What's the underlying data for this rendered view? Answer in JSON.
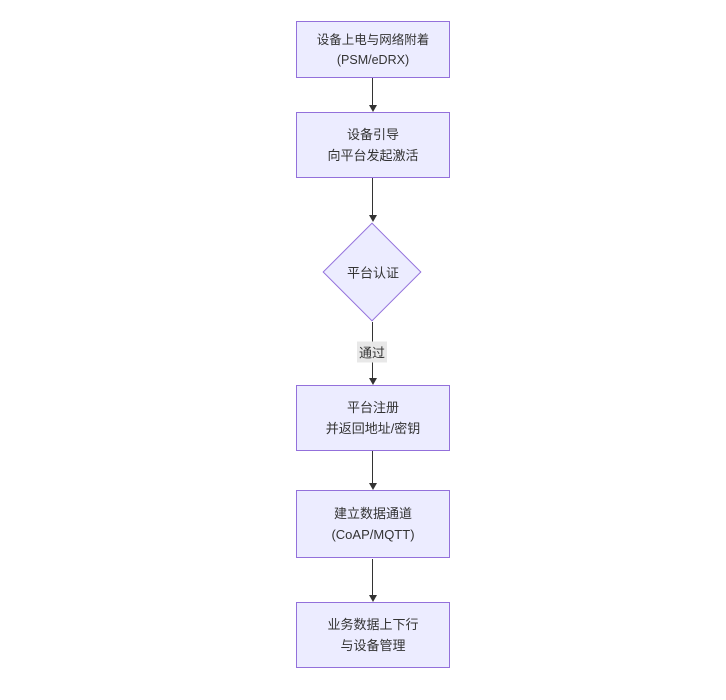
{
  "diagram": {
    "type": "flowchart",
    "direction": "top-down",
    "theme": {
      "background": "#ffffff",
      "node_fill": "#ECECFF",
      "node_border": "#9370DB",
      "edge_color": "#333333",
      "edge_label_bg": "#e8e8e8",
      "text_color": "#333333"
    },
    "nodes": {
      "power_attach": {
        "shape": "rect",
        "line1": "设备上电与网络附着",
        "line2": "(PSM/eDRX)"
      },
      "bootstrap": {
        "shape": "rect",
        "line1": "设备引导",
        "line2": "向平台发起激活"
      },
      "auth": {
        "shape": "diamond",
        "label": "平台认证"
      },
      "register": {
        "shape": "rect",
        "line1": "平台注册",
        "line2": "并返回地址/密钥"
      },
      "channel": {
        "shape": "rect",
        "line1": "建立数据通道",
        "line2": "(CoAP/MQTT)"
      },
      "business": {
        "shape": "rect",
        "line1": "业务数据上下行",
        "line2": "与设备管理"
      }
    },
    "edges": [
      {
        "from": "power_attach",
        "to": "bootstrap",
        "label": ""
      },
      {
        "from": "bootstrap",
        "to": "auth",
        "label": ""
      },
      {
        "from": "auth",
        "to": "register",
        "label": "通过"
      },
      {
        "from": "register",
        "to": "channel",
        "label": ""
      },
      {
        "from": "channel",
        "to": "business",
        "label": ""
      }
    ]
  }
}
